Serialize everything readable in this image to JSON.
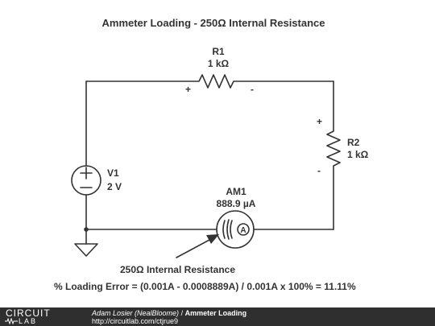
{
  "title": "Ammeter Loading - 250Ω Internal Resistance",
  "components": {
    "r1": {
      "name": "R1",
      "value": "1 kΩ",
      "plus": "+",
      "minus": "-"
    },
    "r2": {
      "name": "R2",
      "value": "1 kΩ",
      "plus": "+",
      "minus": "-"
    },
    "v1": {
      "name": "V1",
      "value": "2 V"
    },
    "am1": {
      "name": "AM1",
      "value": "888.9 µA",
      "symbol": "A"
    }
  },
  "annotation": "250Ω Internal Resistance",
  "formula": "% Loading Error = (0.001A - 0.0008889A) / 0.001A x 100% = 11.11%",
  "footer": {
    "brand_top": "CIRCUIT",
    "brand_bottom": "LAB",
    "author": "Adam Losier (NealBloome)",
    "separator": "/",
    "project": "Ammeter Loading",
    "url": "http://circuitlab.com/ctjrue9"
  },
  "colors": {
    "wire": "#333333",
    "footer_bg": "#2f2f2f",
    "text": "#333333"
  }
}
